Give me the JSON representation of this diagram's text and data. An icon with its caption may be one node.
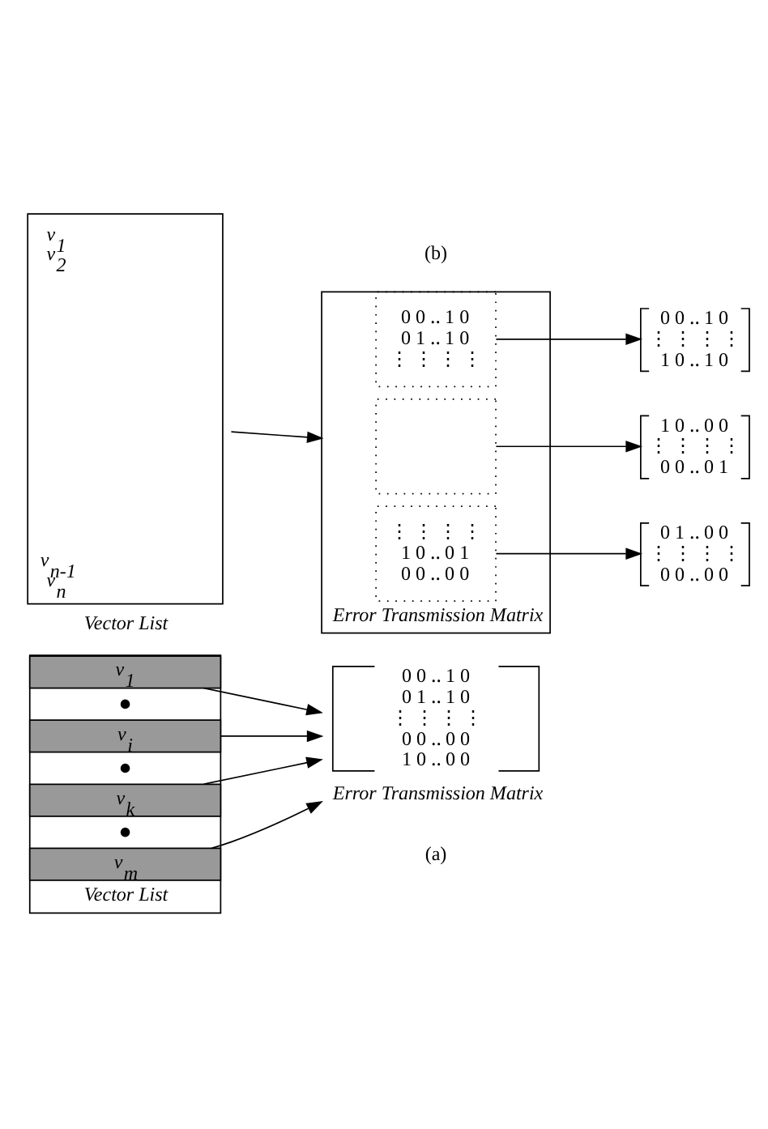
{
  "diagram": {
    "nodes": [
      {
        "text": [
          "Vector List"
        ]
      },
      {
        "text": [
          "v$_{1}$"
        ],
        "in": 0
      },
      {
        "text": [
          "v$_{i}$"
        ],
        "in": 0
      },
      {
        "text": [
          "v$_{k}$"
        ],
        "in": 0
      },
      {
        "text": [
          "v$_{m}$"
        ],
        "in": 0
      },
      {
        "text": [
          "0 0 ‥ 1 0",
          "0 1 ‥ 1 0",
          "⋮ ⋮ ⋮ ⋮",
          "0 0 ‥ 0 0",
          "1 0 ‥ 0 0",
          "Error Transmission Matrix"
        ]
      },
      {
        "text": [
          "v$_{1}$",
          "v$_{2}$",
          "v$_{n-1}$",
          "v$_{n}$",
          "Vector List"
        ]
      },
      {
        "text": [
          "Error Transmission Matrix"
        ]
      },
      {
        "text": [
          "0 0 ‥ 1 0",
          "0 1 ‥ 1 0",
          "⋮ ⋮ ⋮ ⋮"
        ],
        "in": 7
      },
      {
        "text": [],
        "shape": "box",
        "in": 7
      },
      {
        "text": [
          "⋮ ⋮ ⋮ ⋮",
          "1 0 ‥ 0 1",
          "0 0 ‥ 0 0"
        ],
        "in": 7
      },
      {
        "text": [
          "0 0 ‥ 1 0",
          "⋮ ⋮ ⋮ ⋮",
          "1 0 ‥ 1 0"
        ]
      },
      {
        "text": [
          "1 0 ‥ 0 0",
          "⋮ ⋮ ⋮ ⋮",
          "0 0 ‥ 0 1"
        ]
      },
      {
        "text": [
          "0 1 ‥ 0 0",
          "⋮ ⋮ ⋮ ⋮",
          "0 0 ‥ 0 0"
        ]
      }
    ],
    "edges": [
      {
        "from": 1,
        "to": 5,
        "arrow": "to"
      },
      {
        "from": 2,
        "to": 5,
        "arrow": "to"
      },
      {
        "from": 3,
        "to": 5,
        "arrow": "to"
      },
      {
        "from": 4,
        "to": 5,
        "arrow": "to"
      },
      {
        "from": 6,
        "to": 7,
        "arrow": "to"
      },
      {
        "from": 8,
        "to": 11,
        "arrow": "to"
      },
      {
        "from": 9,
        "to": 12,
        "arrow": "to"
      },
      {
        "from": 10,
        "to": 13,
        "arrow": "to"
      }
    ],
    "labels": [
      "(a)",
      "(b)"
    ]
  }
}
